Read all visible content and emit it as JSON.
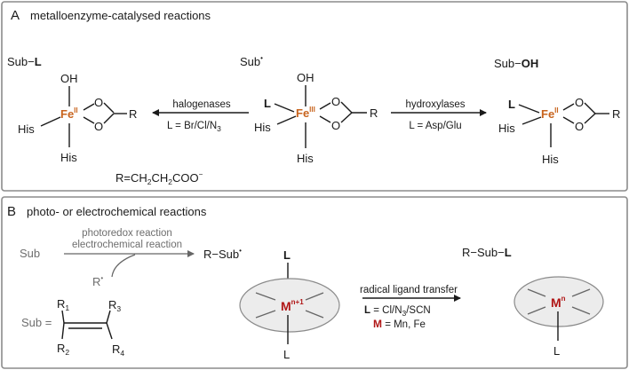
{
  "panel_a": {
    "letter": "A",
    "title": "metalloenzyme-catalysed reactions",
    "product_left": {
      "prefix": "Sub−",
      "ligand": "L"
    },
    "radical_center": {
      "text": "Sub",
      "superscript": "•"
    },
    "product_right": {
      "prefix": "Sub−",
      "ligand": "OH"
    },
    "fe_left": {
      "oh": "OH",
      "metal": "Fe",
      "ox": "II",
      "his_left": "His",
      "his_bottom": "His",
      "o_top": "O",
      "o_bottom": "O",
      "r": "R"
    },
    "fe_center": {
      "oh": "OH",
      "ligand": "L",
      "metal": "Fe",
      "ox": "III",
      "his_left": "His",
      "his_bottom": "His",
      "o_top": "O",
      "o_bottom": "O",
      "r": "R"
    },
    "fe_right": {
      "ligand": "L",
      "metal": "Fe",
      "ox": "II",
      "his_left": "His",
      "his_bottom": "His",
      "o_top": "O",
      "o_bottom": "O",
      "r": "R"
    },
    "arrow_left": {
      "label": "halogenases",
      "condition_prefix": "L = Br/Cl/N",
      "condition_sub": "3"
    },
    "arrow_right": {
      "label": "hydroxylases",
      "condition": "L = Asp/Glu"
    },
    "r_definition": {
      "prefix": "R=CH",
      "s1": "2",
      "mid1": "CH",
      "s2": "2",
      "mid2": "COO",
      "charge": "−"
    }
  },
  "panel_b": {
    "letter": "B",
    "title": "photo- or electrochemical reactions",
    "substrate": "Sub",
    "arrow_top_label1": "photoredox reaction",
    "arrow_top_label2": "electrochemical reaction",
    "radical_reagent": {
      "text": "R",
      "superscript": "•"
    },
    "radical_product": {
      "text": "R−Sub",
      "superscript": "•"
    },
    "alkene": {
      "prefix": "Sub =",
      "r1": "R",
      "r1_sub": "1",
      "r2": "R",
      "r2_sub": "2",
      "r3": "R",
      "r3_sub": "3",
      "r4": "R",
      "r4_sub": "4"
    },
    "metal_left": {
      "top": "L",
      "metal": "M",
      "superscript": "n+1",
      "bottom": "L"
    },
    "arrow_label": "radical ligand transfer",
    "condition1": {
      "ligand": "L",
      "prefix": " = Cl/N",
      "sub": "3",
      "suffix": "/SCN"
    },
    "condition2": {
      "metal": "M",
      "text": " = Mn, Fe"
    },
    "product": {
      "prefix": "R−Sub−",
      "ligand": "L"
    },
    "metal_right": {
      "metal": "M",
      "superscript": "n",
      "bottom": "L"
    }
  },
  "colors": {
    "iron": "#c8641e",
    "metal": "#b01616",
    "border": "#8c8c8c",
    "ellipse_fill": "#ececec",
    "grey_text": "#6e6e6e"
  }
}
